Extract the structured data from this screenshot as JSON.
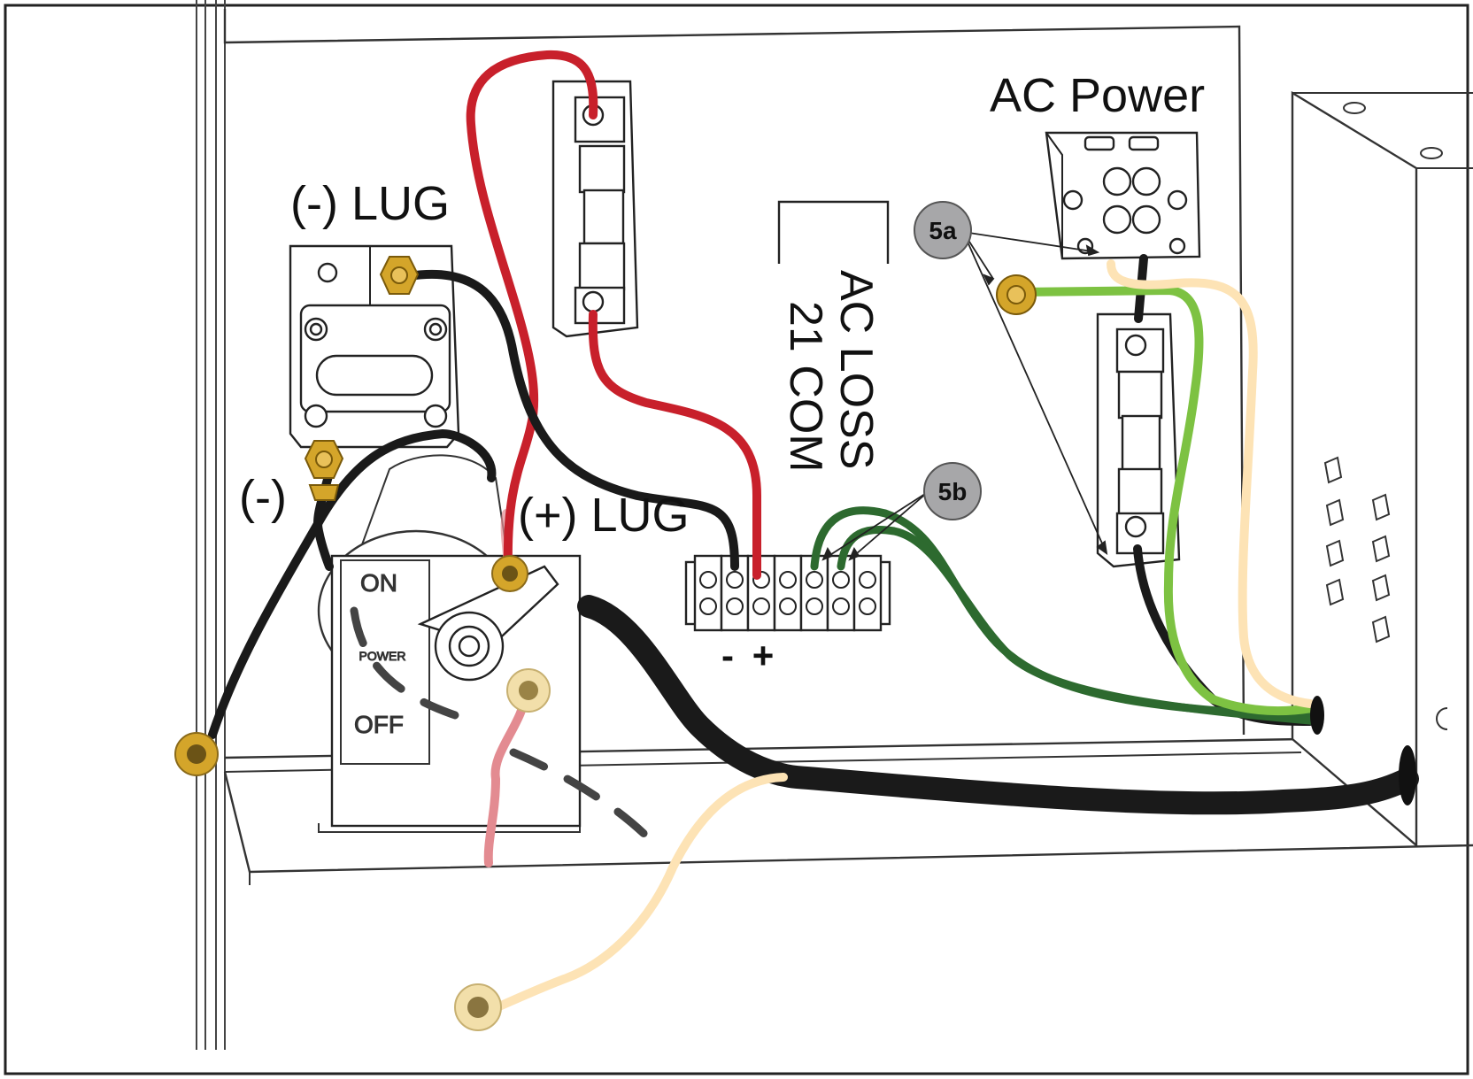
{
  "labels": {
    "neg_lug": "(-) LUG",
    "pos_lug": "(+) LUG",
    "neg": "(-)",
    "ac_power": "AC Power",
    "ac_loss": "AC LOSS",
    "com": "21 COM",
    "terminal_minus": "-",
    "terminal_plus": "+"
  },
  "switch": {
    "on": "ON",
    "power": "POWER",
    "off": "OFF"
  },
  "callouts": {
    "step_5a": "5a",
    "step_5b": "5b"
  },
  "colors": {
    "wire_red": "#c8202b",
    "wire_black": "#1a1a1a",
    "wire_light_green": "#7dc242",
    "wire_dark_green": "#2d6a2f",
    "wire_tan": "#fde3b5",
    "wire_pink": "#e38b91",
    "lug_gold": "#d4a52a",
    "callout_gray": "#a7a7a9"
  }
}
